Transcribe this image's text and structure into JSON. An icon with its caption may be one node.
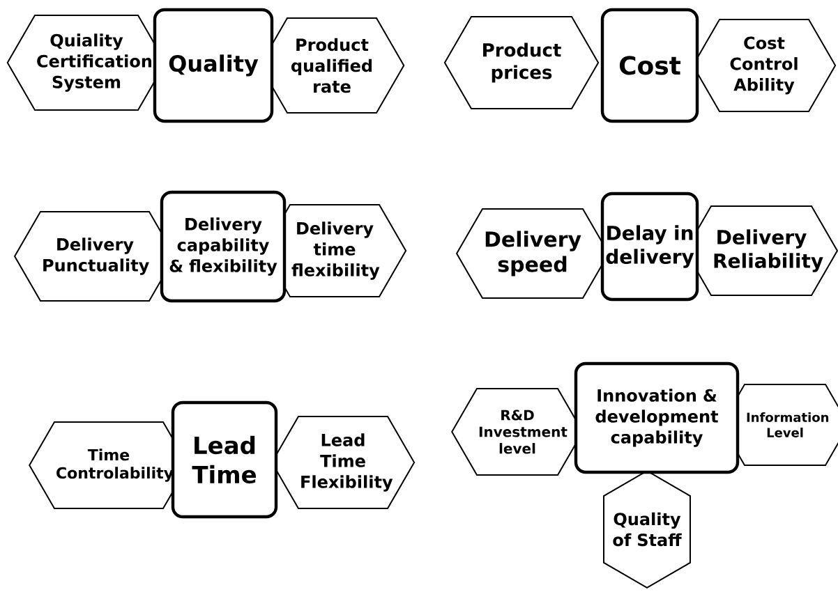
{
  "diagram": {
    "nodes": [
      {
        "text": [
          "Quiality Certification System"
        ]
      },
      {
        "text": [
          "Quality"
        ]
      },
      {
        "text": [
          "Product qualified rate"
        ]
      },
      {
        "text": [
          "Product prices"
        ]
      },
      {
        "text": [
          "Cost"
        ]
      },
      {
        "text": [
          "Cost Control Ability"
        ]
      },
      {
        "text": [
          "Delivery Punctuality"
        ]
      },
      {
        "text": [
          "Delivery capability & flexibility"
        ]
      },
      {
        "text": [
          "Delivery time flexibility"
        ]
      },
      {
        "text": [
          "Delivery speed"
        ]
      },
      {
        "text": [
          "Delay in delivery"
        ]
      },
      {
        "text": [
          "Delivery Reliability"
        ]
      },
      {
        "text": [
          "Time Controlability"
        ]
      },
      {
        "text": [
          "Lead Time"
        ]
      },
      {
        "text": [
          "Lead Time Flexibility"
        ]
      },
      {
        "text": [
          "R&D Investment level"
        ]
      },
      {
        "text": [
          "Innovation & development capability"
        ]
      },
      {
        "text": [
          "Information Level"
        ]
      },
      {
        "text": [
          "Quality of Staff"
        ]
      }
    ]
  }
}
